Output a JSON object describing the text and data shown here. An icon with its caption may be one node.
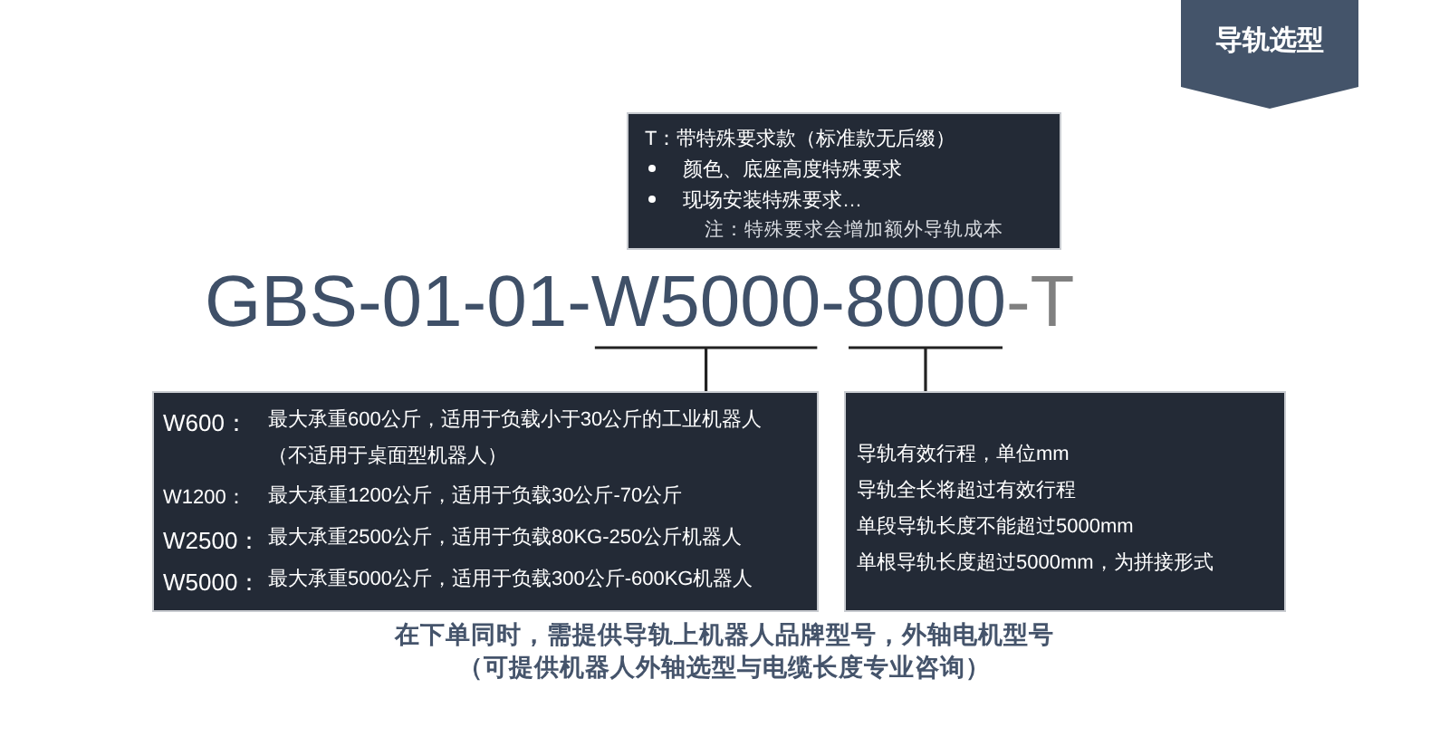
{
  "diagram": {
    "title": "导轨选型",
    "nodes": [
      {
        "text": [
          "T：带特殊要求款（标准款无后缀）",
          "颜色、底座高度特殊要求",
          "现场安装特殊要求…",
          "注：特殊要求会增加额外导轨成本"
        ]
      },
      {
        "text": [
          "GBS-01-01-"
        ]
      },
      {
        "text": [
          "W5000"
        ]
      },
      {
        "text": [
          "-"
        ]
      },
      {
        "text": [
          "8000"
        ]
      },
      {
        "text": [
          "-T"
        ]
      },
      {
        "text": [
          "W600：",
          "最大承重600公斤，适用于负载小于30公斤的工业机器人（不适用于桌面型机器人）",
          "W1200：",
          "最大承重1200公斤，适用于负载30公斤-70公斤",
          "W2500：",
          "最大承重2500公斤，适用于负载80KG-250公斤机器人",
          "W5000：",
          "最大承重5000公斤，适用于负载300公斤-600KG机器人"
        ]
      },
      {
        "text": [
          "导轨有效行程，单位mm",
          "导轨全长将超过有效行程",
          "单段导轨长度不能超过5000mm",
          "单根导轨长度超过5000mm，为拼接形式"
        ]
      }
    ],
    "edges": [
      {
        "from": 2,
        "to": 6,
        "arrow": "none"
      },
      {
        "from": 4,
        "to": 7,
        "arrow": "none"
      }
    ],
    "labels": [
      "在下单同时，需提供导轨上机器人品牌型号，外轴电机型号",
      "（可提供机器人外轴选型与电缆长度专业咨询）"
    ]
  }
}
